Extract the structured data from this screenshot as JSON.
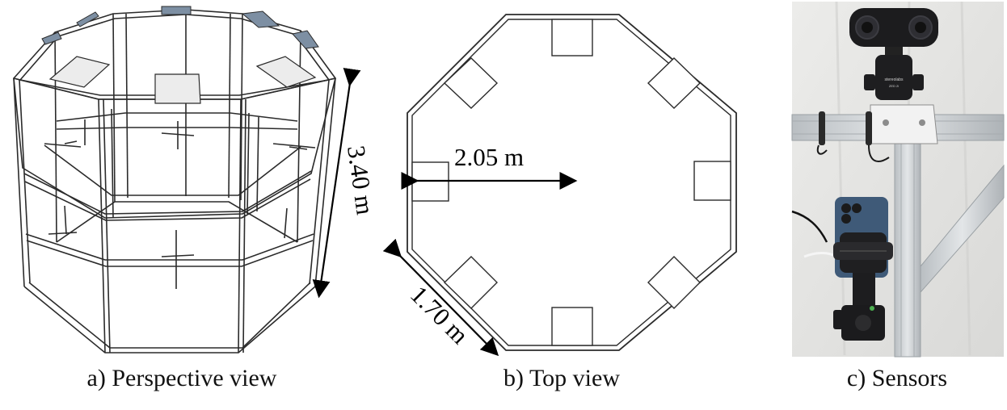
{
  "figure": {
    "panels": [
      {
        "id": "a",
        "caption": "a) Perspective view",
        "dimension_label": "3.40 m"
      },
      {
        "id": "b",
        "caption": "b) Top view",
        "dimension_labels": {
          "radius": "2.05 m",
          "side": "1.70 m"
        }
      },
      {
        "id": "c",
        "caption": "c) Sensors",
        "camera_text": [
          "stereolabs",
          "ZED 2i"
        ]
      }
    ]
  },
  "colors": {
    "frame_stroke": "#2b2b2b",
    "frame_fill": "#ffffff",
    "sensor_blue": "#7d8fa3",
    "wall_background": "#e6e6e4",
    "aluminum": "#cfd3d6",
    "device_dark": "#1c1c1e",
    "phone_blue": "#3f5a78"
  }
}
